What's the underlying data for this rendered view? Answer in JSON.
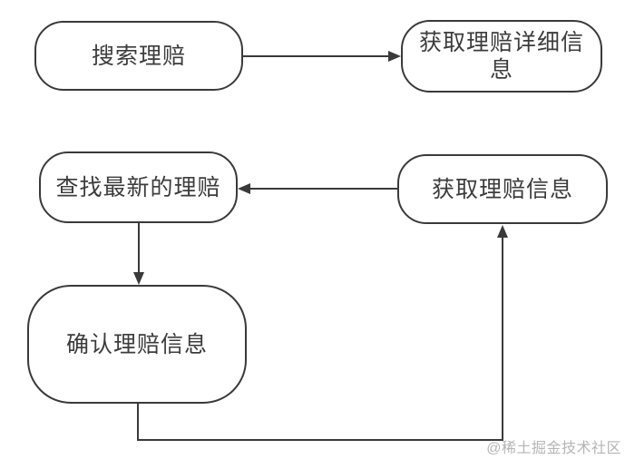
{
  "diagram": {
    "type": "flowchart",
    "nodes": [
      {
        "id": "search-claim",
        "label": "搜索理赔"
      },
      {
        "id": "get-claim-details",
        "label": "获取理赔详细信息"
      },
      {
        "id": "find-latest-claim",
        "label": "查找最新的理赔"
      },
      {
        "id": "get-claim-info",
        "label": "获取理赔信息"
      },
      {
        "id": "confirm-claim-info",
        "label": "确认理赔信息"
      }
    ],
    "edges": [
      {
        "from": "search-claim",
        "to": "get-claim-details"
      },
      {
        "from": "get-claim-info",
        "to": "find-latest-claim"
      },
      {
        "from": "find-latest-claim",
        "to": "confirm-claim-info"
      },
      {
        "from": "confirm-claim-info",
        "to": "get-claim-info"
      }
    ],
    "colors": {
      "stroke": "#3a3a3a",
      "node_text": "#3c3c3c",
      "node_fill": "#ffffff",
      "background": "#ffffff",
      "watermark": "#b5b5b5"
    }
  },
  "watermark": {
    "text": "@稀土掘金技术社区"
  }
}
